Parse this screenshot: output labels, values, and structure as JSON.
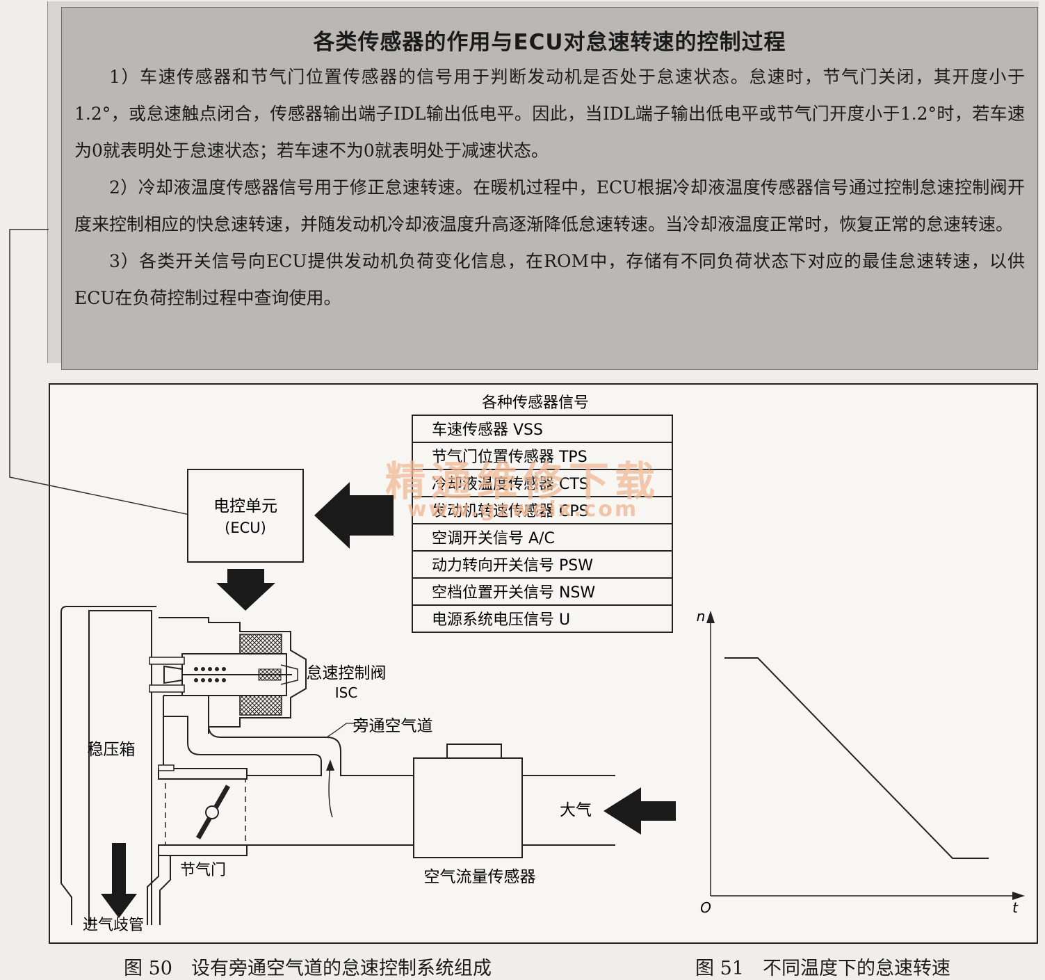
{
  "panel": {
    "title": "各类传感器的作用与ECU对怠速转速的控制过程",
    "paragraphs": [
      "1）车速传感器和节气门位置传感器的信号用于判断发动机是否处于怠速状态。怠速时，节气门关闭，其开度小于1.2°，或怠速触点闭合，传感器输出端子IDL输出低电平。因此，当IDL端子输出低电平或节气门开度小于1.2°时，若车速为0就表明处于怠速状态；若车速不为0就表明处于减速状态。",
      "2）冷却液温度传感器信号用于修正怠速转速。在暖机过程中，ECU根据冷却液温度传感器信号通过控制怠速控制阀开度来控制相应的快怠速转速，并随发动机冷却液温度升高逐渐降低怠速转速。当冷却液温度正常时，恢复正常的怠速转速。",
      "3）各类开关信号向ECU提供发动机负荷变化信息，在ROM中，存储有不同负荷状态下对应的最佳怠速转速，以供ECU在负荷控制过程中查询使用。"
    ]
  },
  "diagram": {
    "sensor_header": "各种传感器信号",
    "sensors": [
      "车速传感器 VSS",
      "节气门位置传感器 TPS",
      "冷却液温度传感器 CTS",
      "发动机转速传感器 CPS",
      "空调开关信号 A/C",
      "动力转向开关信号 PSW",
      "空档位置开关信号 NSW",
      "电源系统电压信号 U"
    ],
    "ecu_line1": "电控单元",
    "ecu_line2": "(ECU)",
    "isc_line1": "怠速控制阀",
    "isc_line2": "ISC",
    "bypass": "旁通空气道",
    "surge_tank": "稳压箱",
    "throttle": "节气门",
    "intake_manifold": "进气歧管",
    "atmosphere": "大气",
    "air_flow_sensor": "空气流量传感器",
    "watermark_cn": "精通维修下载",
    "watermark_url": "www.gzweix.com"
  },
  "graph": {
    "y_label": "n",
    "x_label": "t",
    "origin": "O"
  },
  "chart_data": {
    "type": "line",
    "series": [
      {
        "x": [
          0.05,
          0.17,
          0.87,
          1.0
        ],
        "y": [
          0.95,
          0.95,
          0.15,
          0.15
        ]
      }
    ],
    "xlabel": "t",
    "ylabel": "n",
    "xlim": [
      0,
      1.1
    ],
    "ylim": [
      0,
      1.1
    ],
    "grid": false
  },
  "captions": {
    "fig50": "图 50　设有旁通空气道的怠速控制系统组成",
    "fig51": "图 51　不同温度下的怠速转速"
  }
}
